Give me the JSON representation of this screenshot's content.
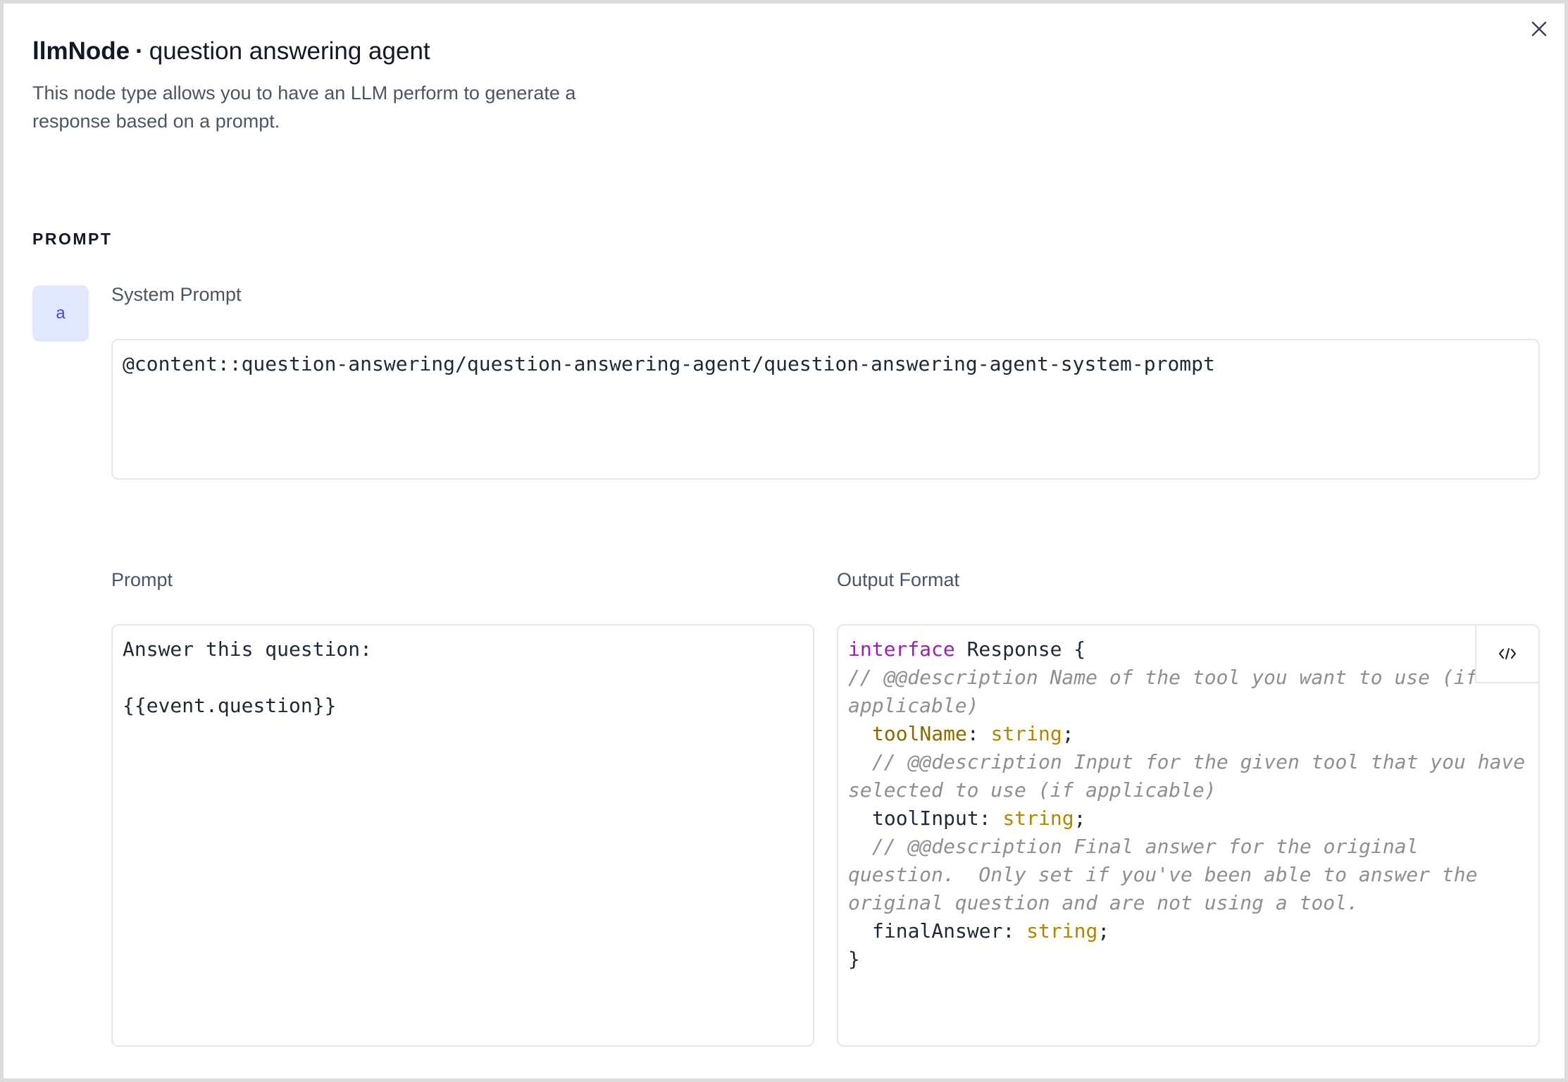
{
  "header": {
    "node_type": "llmNode",
    "separator": "·",
    "node_name": "question answering agent",
    "description": "This node type allows you to have an LLM perform to generate a response based on a prompt."
  },
  "section": {
    "heading": "PROMPT",
    "avatar_letter": "a"
  },
  "system_prompt": {
    "label": "System Prompt",
    "value": "@content::question-answering/question-answering-agent/question-answering-agent-system-prompt"
  },
  "prompt": {
    "label": "Prompt",
    "lines": [
      "Answer this question:",
      "",
      "{{event.question}}"
    ]
  },
  "output_format": {
    "label": "Output Format",
    "keyword": "interface",
    "interface_name": "Response",
    "open_brace": " {",
    "close_brace": "}",
    "fields": [
      {
        "comment": "// @@description Name of the tool you want to use (if applicable)",
        "name": "toolName",
        "type": "string",
        "highlighted": true
      },
      {
        "comment": "// @@description Input for the given tool that you have selected to use (if applicable)",
        "name": "toolInput",
        "type": "string",
        "highlighted": false
      },
      {
        "comment": "// @@description Final answer for the original question.  Only set if you've been able to answer the original question and are not using a tool.",
        "name": "finalAnswer",
        "type": "string",
        "highlighted": false
      }
    ]
  },
  "icons": {
    "close": "close-icon",
    "code_toggle": "code-icon"
  },
  "colors": {
    "keyword": "#a21caf",
    "type": "#b38600",
    "comment": "#8f8f8f",
    "avatar_bg": "#e0e7ff",
    "avatar_fg": "#4f46e5"
  }
}
